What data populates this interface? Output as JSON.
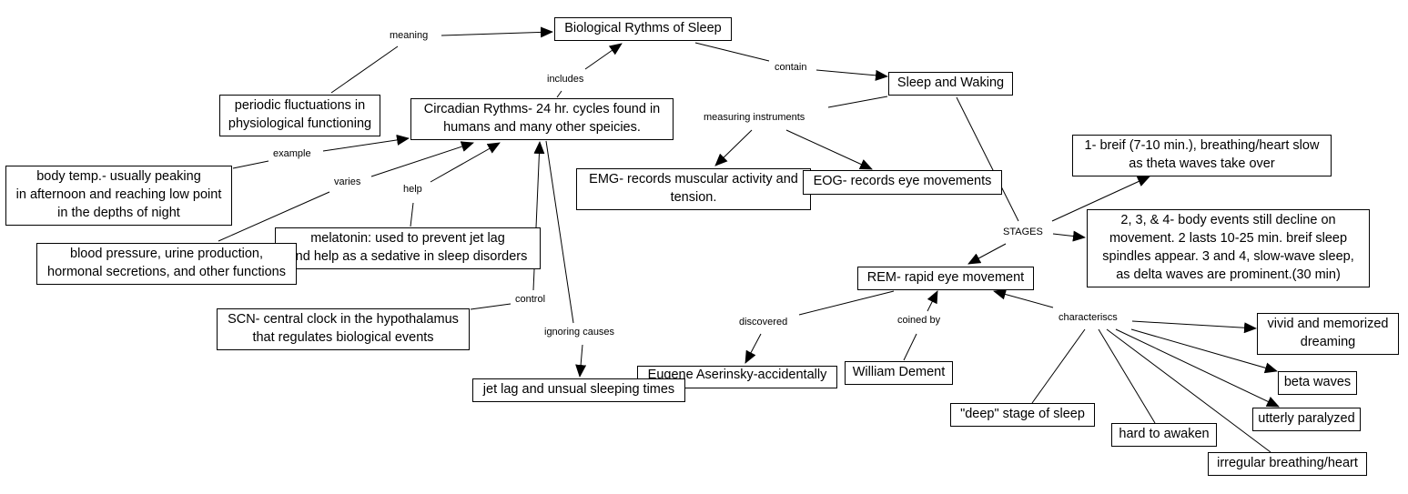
{
  "diagram": {
    "type": "concept-map",
    "title": "Biological Rythms of Sleep",
    "concepts": {
      "bio_rhythms": "Biological Rythms of Sleep",
      "periodic": "periodic fluctuations in\nphysiological functioning",
      "circadian": "Circadian Rythms- 24 hr. cycles found in\nhumans and many other speicies.",
      "sleep_waking": "Sleep and Waking",
      "body_temp": "body temp.- usually peaking\nin afternoon and reaching low point\nin the depths of night",
      "blood_pressure": "blood pressure, urine production,\nhormonal secretions, and other functions",
      "melatonin": "melatonin: used to prevent jet lag\nand help as a sedative in sleep disorders",
      "scn": "SCN- central clock in the hypothalamus\nthat regulates biological events",
      "jet_lag": "jet lag and unsual sleeping times",
      "emg": "EMG- records muscular activity and\ntension.",
      "eog": "EOG- records eye movements",
      "stage1": "1- breif (7-10 min.), breathing/heart slow\nas theta waves take over",
      "stage234": "2, 3, & 4- body events still decline on\nmovement. 2 lasts 10-25 min. breif sleep\nspindles appear. 3 and 4, slow-wave sleep,\nas delta waves are prominent.(30 min)",
      "rem": "REM- rapid eye movement",
      "aserinsky": "Eugene Aserinsky-accidentally",
      "dement": "William Dement",
      "vivid": "vivid and memorized\ndreaming",
      "beta": "beta waves",
      "paralyzed": "utterly paralyzed",
      "deep": "\"deep\" stage of sleep",
      "awaken": "hard to awaken",
      "irregular": "irregular breathing/heart"
    },
    "linking_phrases": {
      "meaning": "meaning",
      "includes": "includes",
      "contain": "contain",
      "example": "example",
      "varies": "varies",
      "help": "help",
      "control": "control",
      "ignoring": "ignoring causes",
      "measuring": "measuring instruments",
      "stages": "STAGES",
      "discovered": "discovered",
      "coined": "coined by",
      "characteriscs": "characteriscs"
    },
    "edge_color": "#000000"
  }
}
